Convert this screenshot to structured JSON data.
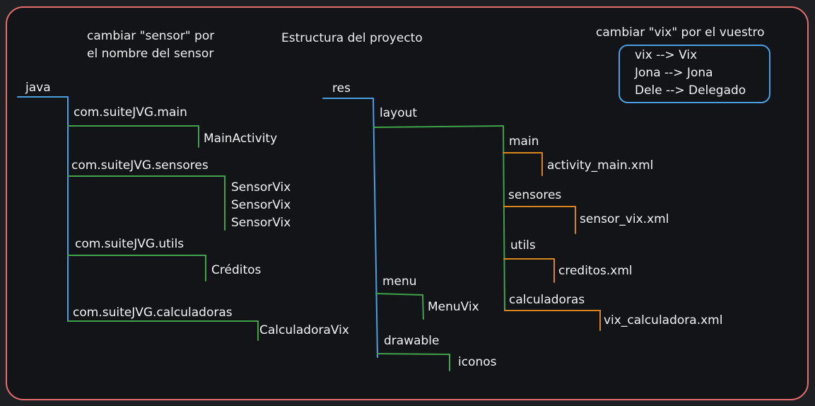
{
  "colors": {
    "background": "#1e1f23",
    "canvas": "#121418",
    "frame": "#e86e6e",
    "trunk": "#4a9fe0",
    "branch": "#3fa34a",
    "leaf": "#d9861c",
    "text": "#f2f2f2"
  },
  "notes": {
    "sensor_line1": "cambiar \"sensor\" por",
    "sensor_line2": "el nombre del sensor",
    "title": "Estructura del proyecto",
    "vix_heading": "cambiar \"vix\" por el vuestro"
  },
  "legend": {
    "items": [
      "vix --> Vix",
      "Jona --> Jona",
      "Dele --> Delegado"
    ]
  },
  "java_tree": {
    "root": "java",
    "packages": [
      {
        "name": "com.suiteJVG.main",
        "classes": [
          "MainActivity"
        ]
      },
      {
        "name": "com.suiteJVG.sensores",
        "classes": [
          "SensorVix",
          "SensorVix",
          "SensorVix"
        ]
      },
      {
        "name": "com.suiteJVG.utils",
        "classes": [
          "Créditos"
        ]
      },
      {
        "name": "com.suiteJVG.calculadoras",
        "classes": [
          "CalculadoraVix"
        ]
      }
    ]
  },
  "res_tree": {
    "root": "res",
    "layout": {
      "name": "layout",
      "folders": [
        {
          "name": "main",
          "file": "activity_main.xml"
        },
        {
          "name": "sensores",
          "file": "sensor_vix.xml"
        },
        {
          "name": "utils",
          "file": "creditos.xml"
        },
        {
          "name": "calculadoras",
          "file": "vix_calculadora.xml"
        }
      ]
    },
    "menu": {
      "name": "menu",
      "file": "MenuVix"
    },
    "drawable": {
      "name": "drawable",
      "file": "iconos"
    }
  }
}
